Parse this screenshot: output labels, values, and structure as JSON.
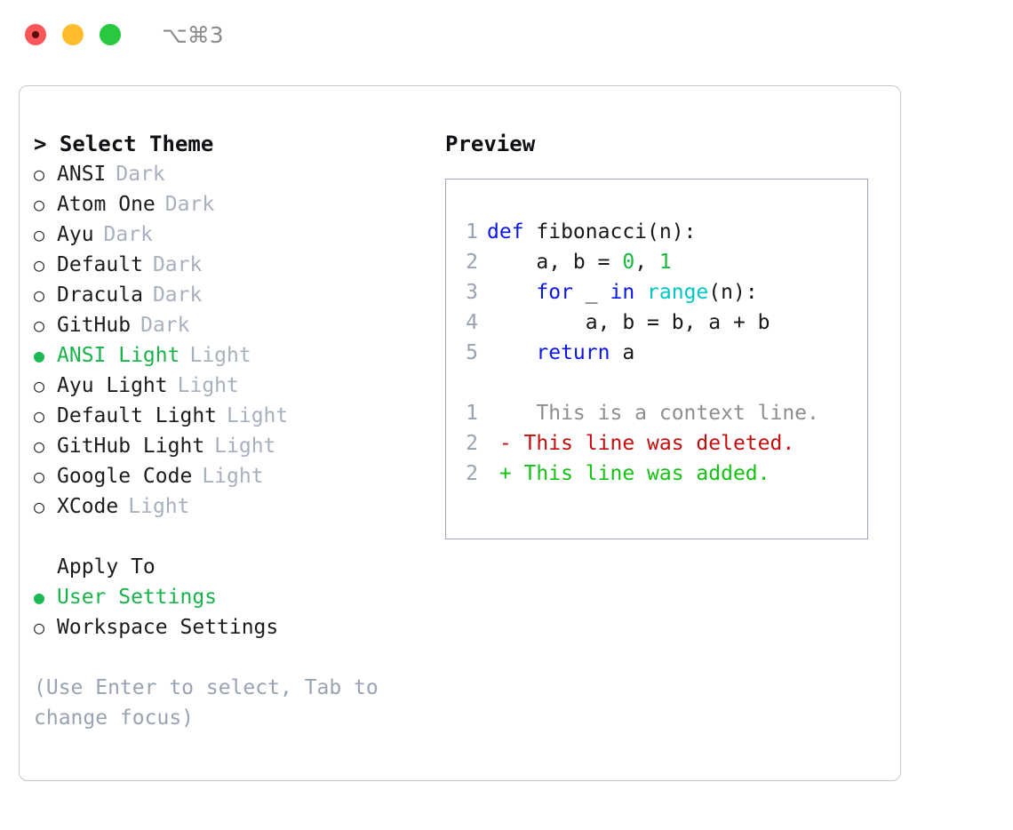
{
  "titlebar": {
    "shortcut": "⌥⌘3",
    "buttons": [
      {
        "name": "close",
        "color": "#f9565a"
      },
      {
        "name": "minimize",
        "color": "#ffbd2e"
      },
      {
        "name": "maximize",
        "color": "#28c840"
      }
    ]
  },
  "theme_picker": {
    "heading": "> Select Theme",
    "options": [
      {
        "marker": "○",
        "label": "ANSI",
        "suffix": "Dark",
        "selected": false
      },
      {
        "marker": "○",
        "label": "Atom One",
        "suffix": "Dark",
        "selected": false
      },
      {
        "marker": "○",
        "label": "Ayu",
        "suffix": "Dark",
        "selected": false
      },
      {
        "marker": "○",
        "label": "Default",
        "suffix": "Dark",
        "selected": false
      },
      {
        "marker": "○",
        "label": "Dracula",
        "suffix": "Dark",
        "selected": false
      },
      {
        "marker": "○",
        "label": "GitHub",
        "suffix": "Dark",
        "selected": false
      },
      {
        "marker": "●",
        "label": "ANSI Light",
        "suffix": "Light",
        "selected": true
      },
      {
        "marker": "○",
        "label": "Ayu Light",
        "suffix": "Light",
        "selected": false
      },
      {
        "marker": "○",
        "label": "Default Light",
        "suffix": "Light",
        "selected": false
      },
      {
        "marker": "○",
        "label": "GitHub Light",
        "suffix": "Light",
        "selected": false
      },
      {
        "marker": "○",
        "label": "Google Code",
        "suffix": "Light",
        "selected": false
      },
      {
        "marker": "○",
        "label": "XCode",
        "suffix": "Light",
        "selected": false
      }
    ]
  },
  "apply_to": {
    "heading": "Apply To",
    "options": [
      {
        "marker": "●",
        "label": "User Settings",
        "selected": true
      },
      {
        "marker": "○",
        "label": "Workspace Settings",
        "selected": false
      }
    ]
  },
  "hint": "(Use Enter to select, Tab to change focus)",
  "preview": {
    "heading": "Preview",
    "code_lines": [
      {
        "num": "1",
        "tokens": [
          {
            "t": "def",
            "c": "kw"
          },
          {
            "t": " fibonacci(n):",
            "c": "plain"
          }
        ]
      },
      {
        "num": "2",
        "tokens": [
          {
            "t": "    a, b = ",
            "c": "plain"
          },
          {
            "t": "0",
            "c": "num"
          },
          {
            "t": ", ",
            "c": "plain"
          },
          {
            "t": "1",
            "c": "num"
          }
        ]
      },
      {
        "num": "3",
        "tokens": [
          {
            "t": "    ",
            "c": "plain"
          },
          {
            "t": "for",
            "c": "kw"
          },
          {
            "t": " _ ",
            "c": "plain"
          },
          {
            "t": "in",
            "c": "kw"
          },
          {
            "t": " ",
            "c": "plain"
          },
          {
            "t": "range",
            "c": "fn"
          },
          {
            "t": "(n):",
            "c": "plain"
          }
        ]
      },
      {
        "num": "4",
        "tokens": [
          {
            "t": "        a, b = b, a + b",
            "c": "plain"
          }
        ]
      },
      {
        "num": "5",
        "tokens": [
          {
            "t": "    ",
            "c": "plain"
          },
          {
            "t": "return",
            "c": "kw"
          },
          {
            "t": " a",
            "c": "plain"
          }
        ]
      }
    ],
    "diff_lines": [
      {
        "num": "1",
        "sign": " ",
        "text": "  This is a context line.",
        "kind": "context"
      },
      {
        "num": "2",
        "sign": "-",
        "text": " This line was deleted.",
        "kind": "deleted"
      },
      {
        "num": "2",
        "sign": "+",
        "text": " This line was added.",
        "kind": "added"
      }
    ]
  },
  "colors": {
    "accent_green": "#19b34a",
    "keyword_blue": "#0b16e8",
    "builtin_cyan": "#00c6c6",
    "number_green": "#18b83a",
    "diff_deleted": "#c30d0d",
    "diff_added": "#13c213",
    "muted": "#a9b0bd",
    "border": "#9aa5b4"
  }
}
